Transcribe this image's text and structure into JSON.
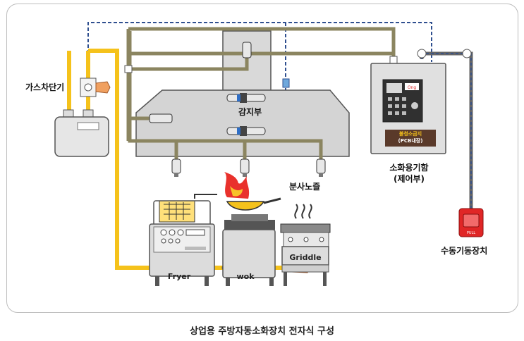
{
  "labels": {
    "gas_shutoff": "가스차단기",
    "sensor": "감지부",
    "nozzle": "분사노즐",
    "cabinet_line1": "소화용기함",
    "cabinet_line2": "(제어부)",
    "manual_device": "수동기동장치",
    "fryer": "Fryer",
    "wok": "wok",
    "griddle": "Griddle",
    "panel_line1": "불청소금지",
    "panel_line2": "(PCB내장)",
    "caption": "상업용 주방자동소화장치 전자식 구성"
  },
  "colors": {
    "yellow_gas_pipe": "#f5c21b",
    "olive_agent_pipe": "#8b8560",
    "blue_signal_line": "#2f4f8f",
    "hood_gray": "#d4d4d4",
    "flame_red": "#e9312c",
    "manual_red": "#e02626"
  }
}
